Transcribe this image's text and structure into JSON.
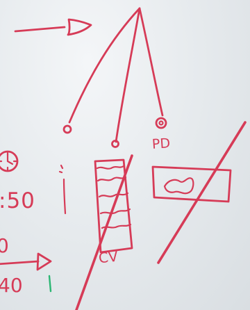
{
  "scene": {
    "labels": {
      "pd": "PD",
      "cv": "CV",
      "time": ":50",
      "top_number": "0",
      "bottom_number": "40"
    }
  },
  "colors": {
    "board": "#e8ecef",
    "ink": "#d63b57",
    "green": "#2bb673"
  },
  "icons": {
    "clock": "clock-icon",
    "arrow": "arrow-icon"
  }
}
